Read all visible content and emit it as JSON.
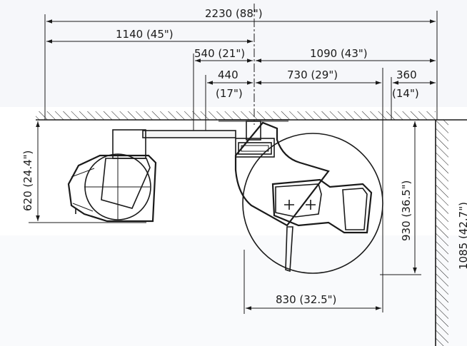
{
  "dimensions": {
    "overall_width": "2230 (88\")",
    "left_width": "1140 (45\")",
    "offset_a": "540 (21\")",
    "right_width": "1090 (43\")",
    "offset_b_value": "440",
    "offset_b_inch": "(17\")",
    "swing_width": "730 (29\")",
    "clearance_value": "360",
    "clearance_inch": "(14\")",
    "left_depth": "620 (24.4\")",
    "right_depth": "930 (36.5\")",
    "circle_width": "830 (32.5\")",
    "wall_depth": "1085 (42.7\")"
  },
  "colors": {
    "line": "#1a1a1a",
    "background": "#ffffff",
    "bands": "#eef1f5"
  }
}
